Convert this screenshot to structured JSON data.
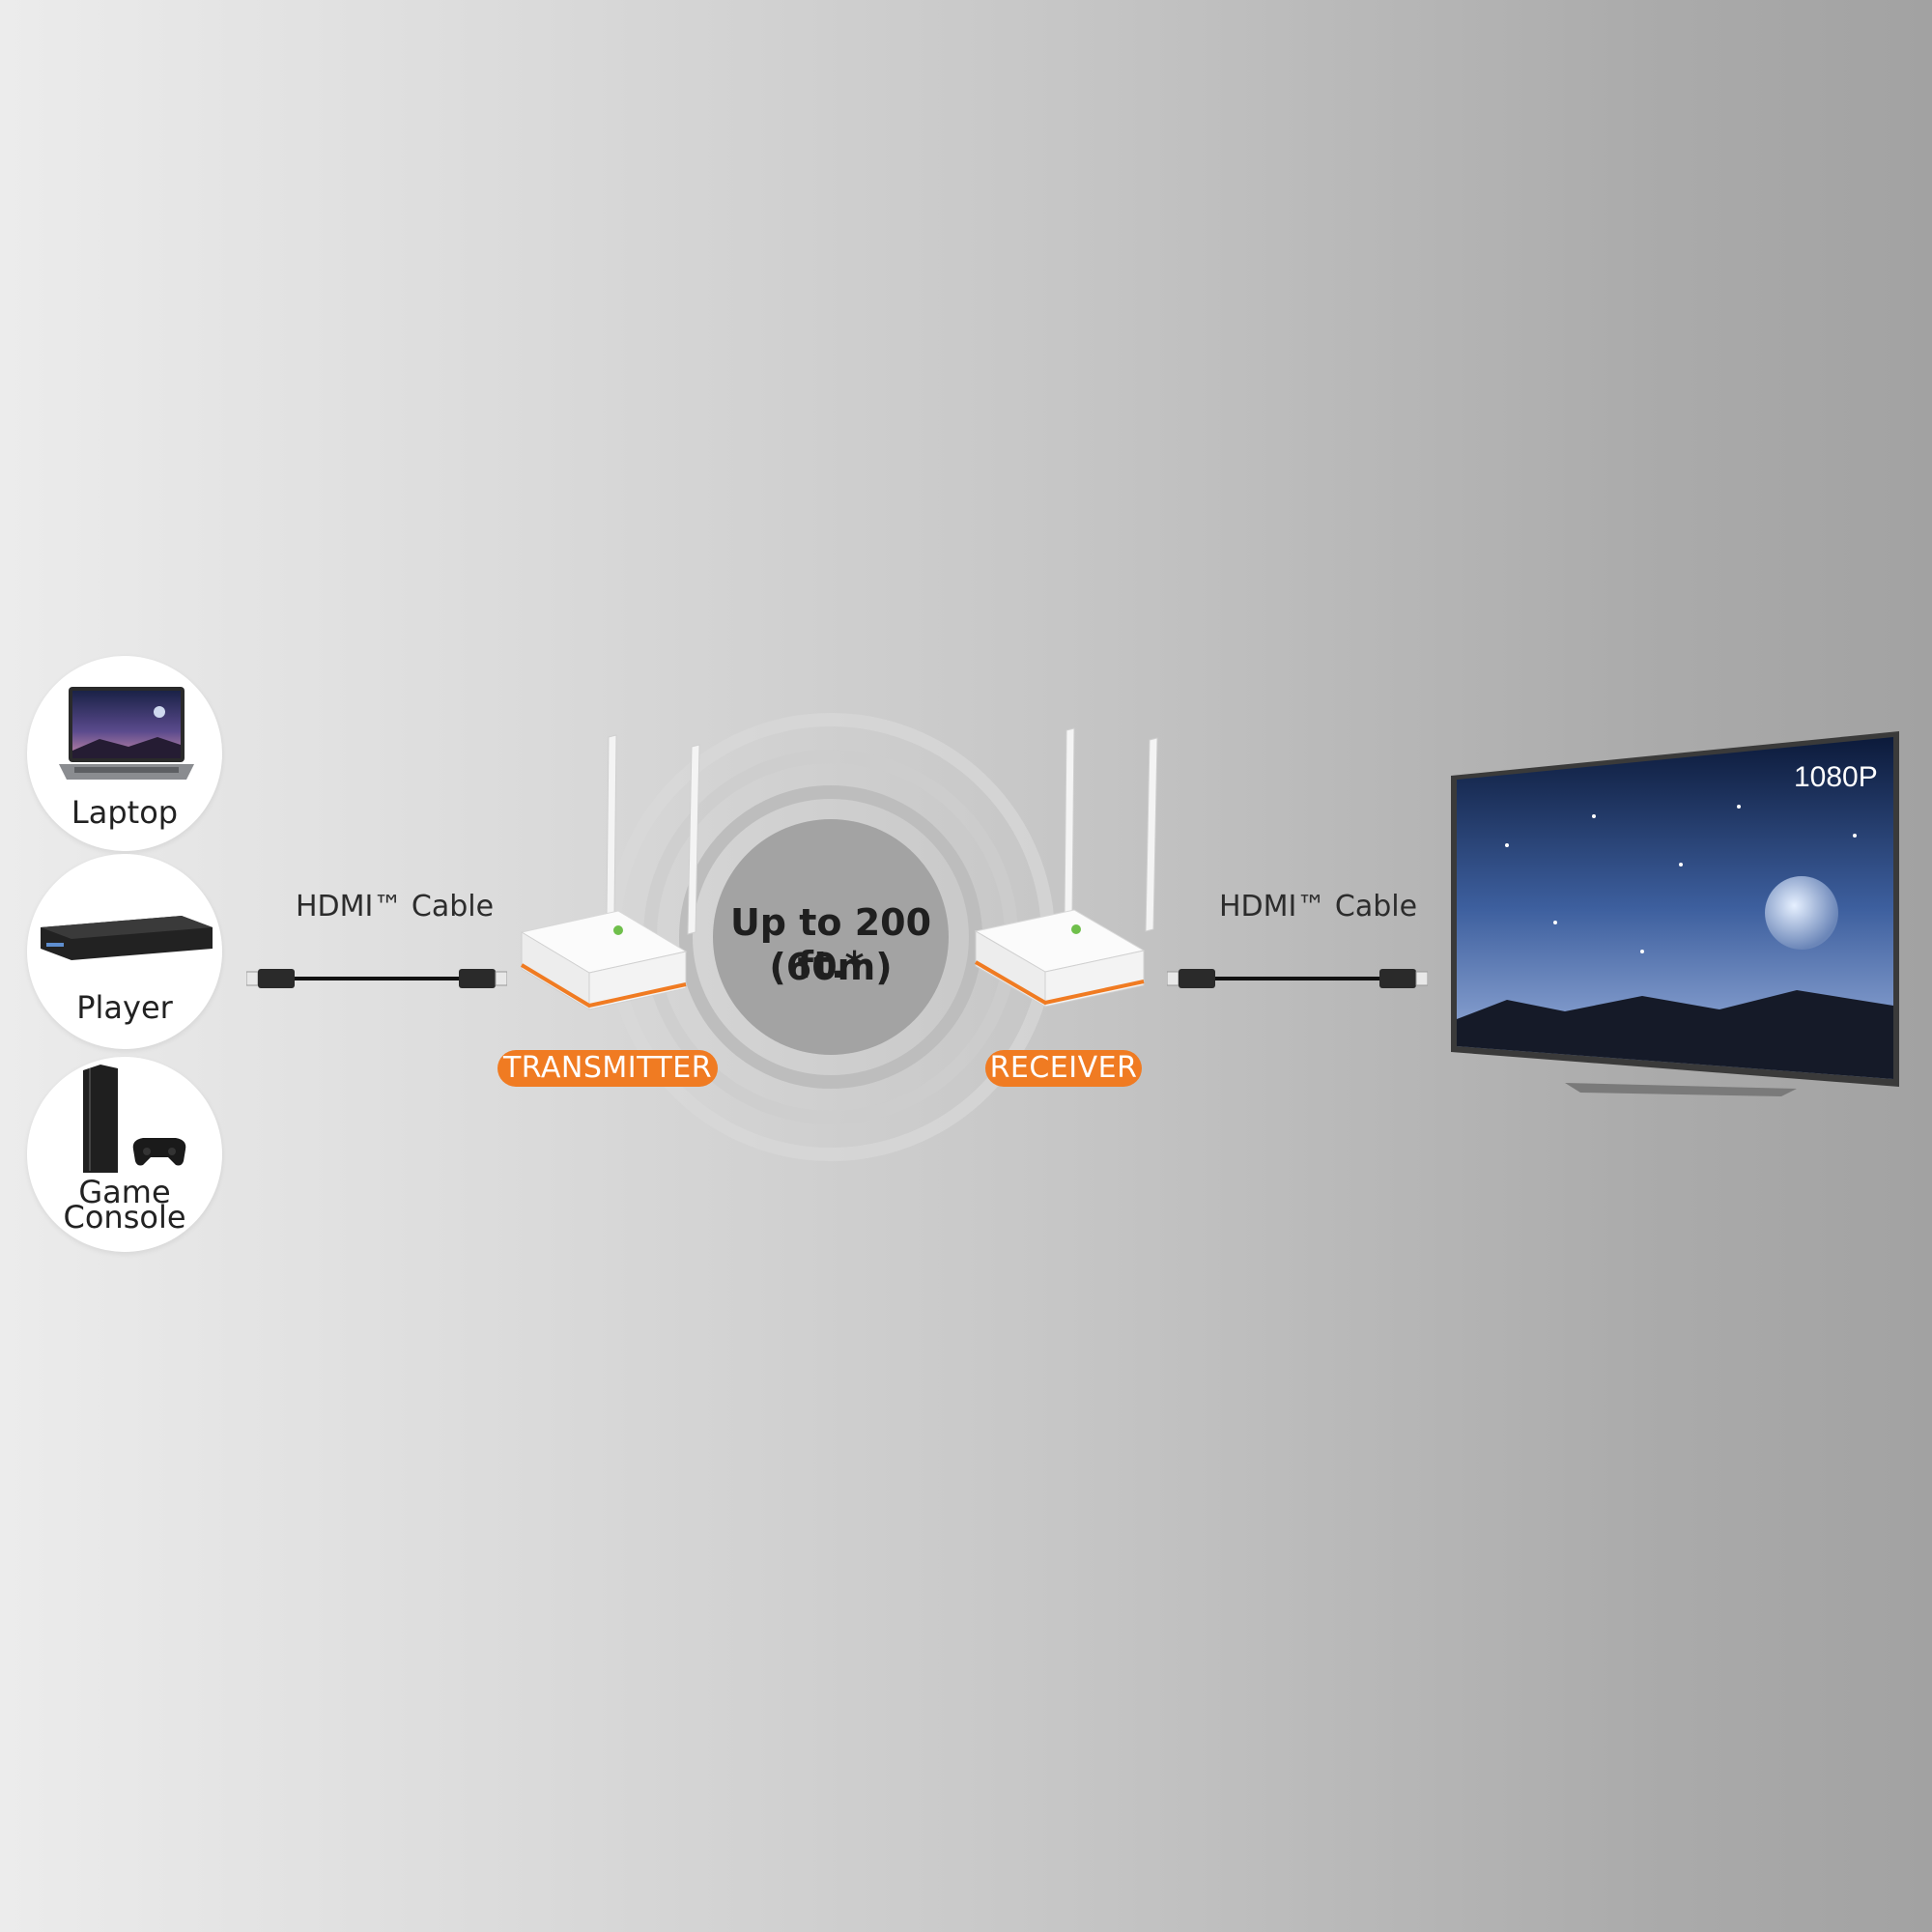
{
  "sources": [
    {
      "label": "Laptop",
      "icon": "laptop-icon"
    },
    {
      "label": "Player",
      "icon": "blu-ray-player-icon"
    },
    {
      "label_line1": "Game",
      "label_line2": "Console",
      "icon": "game-console-icon"
    }
  ],
  "left_cable": {
    "label": "HDMI™ Cable"
  },
  "right_cable": {
    "label": "HDMI™ Cable"
  },
  "transmitter": {
    "label": "TRANSMITTER"
  },
  "receiver": {
    "label": "RECEIVER"
  },
  "range": {
    "line1": "Up to 200 ft.*",
    "line2": "(60m)"
  },
  "tv": {
    "resolution": "1080P"
  },
  "colors": {
    "accent_orange": "#f07b22",
    "range_circle": "#a3a3a3"
  }
}
